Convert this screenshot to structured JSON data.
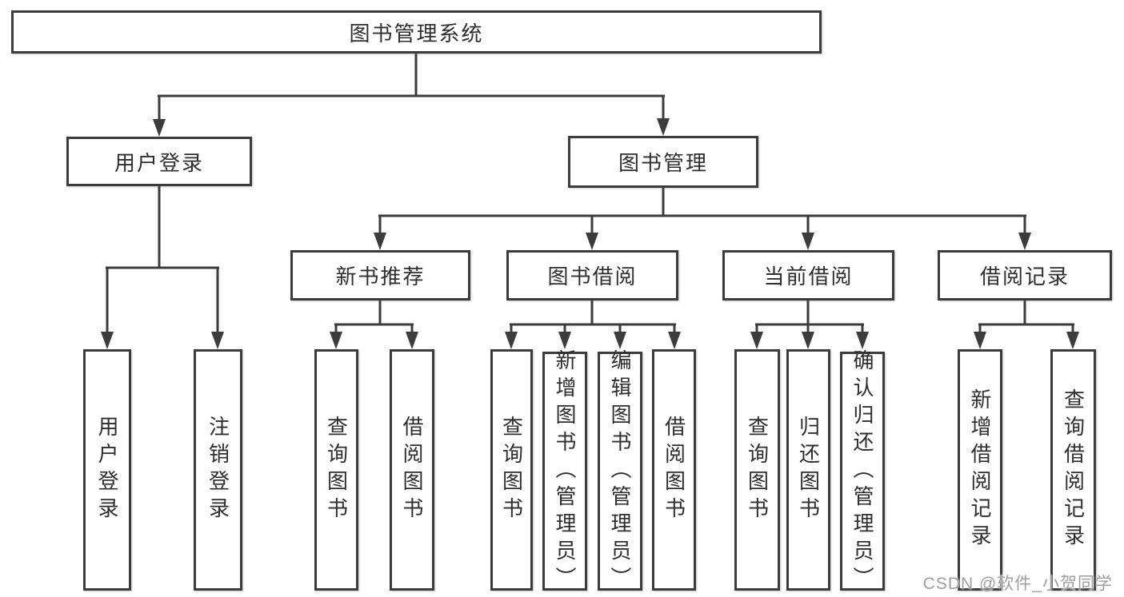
{
  "tree": {
    "root": {
      "label": "图书管理系统"
    },
    "branches": [
      {
        "label": "用户登录",
        "leaves": [
          {
            "label": "用户登录"
          },
          {
            "label": "注销登录"
          }
        ]
      },
      {
        "label": "图书管理",
        "sections": [
          {
            "label": "新书推荐",
            "leaves": [
              {
                "label": "查询图书"
              },
              {
                "label": "借阅图书"
              }
            ]
          },
          {
            "label": "图书借阅",
            "leaves": [
              {
                "label": "查询图书"
              },
              {
                "label": "新增图书（管理员）"
              },
              {
                "label": "编辑图书（管理员）"
              },
              {
                "label": "借阅图书"
              }
            ]
          },
          {
            "label": "当前借阅",
            "leaves": [
              {
                "label": "查询图书"
              },
              {
                "label": "归还图书"
              },
              {
                "label": "确认归还（管理员）"
              }
            ]
          },
          {
            "label": "借阅记录",
            "leaves": [
              {
                "label": "新增借阅记录"
              },
              {
                "label": "查询借阅记录"
              }
            ]
          }
        ]
      }
    ]
  },
  "watermark": {
    "text": "CSDN @软件_小贺同学"
  },
  "colors": {
    "line": "#3c3c3c",
    "background": "#ffffff",
    "watermark": "#9e9e9e"
  }
}
